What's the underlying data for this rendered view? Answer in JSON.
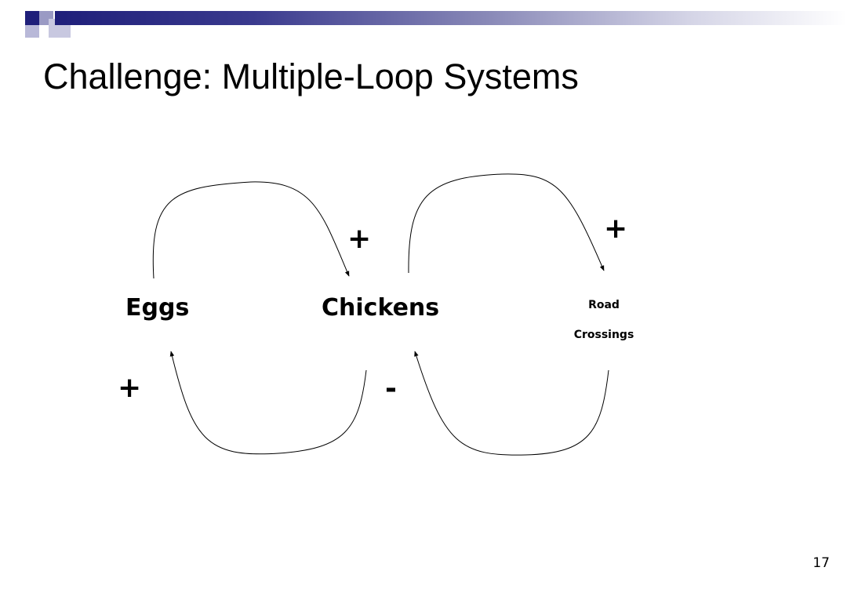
{
  "slide": {
    "title": "Challenge: Multiple-Loop Systems",
    "page_number": "17",
    "colors": {
      "header_bar_start": "#1f1f7a",
      "header_square_dark": "#1f1f7a",
      "header_square_light": "#9a9ac4",
      "text": "#000000"
    }
  },
  "diagram": {
    "nodes": {
      "eggs": "Eggs",
      "chickens": "Chickens",
      "road_crossings_line1": "Road",
      "road_crossings_line2": "Crossings"
    },
    "links": [
      {
        "from": "Eggs",
        "to": "Chickens",
        "polarity": "+"
      },
      {
        "from": "Chickens",
        "to": "Road Crossings",
        "polarity": "+"
      },
      {
        "from": "Chickens",
        "to": "Eggs",
        "polarity": "+"
      },
      {
        "from": "Road Crossings",
        "to": "Chickens",
        "polarity": "-"
      }
    ]
  }
}
